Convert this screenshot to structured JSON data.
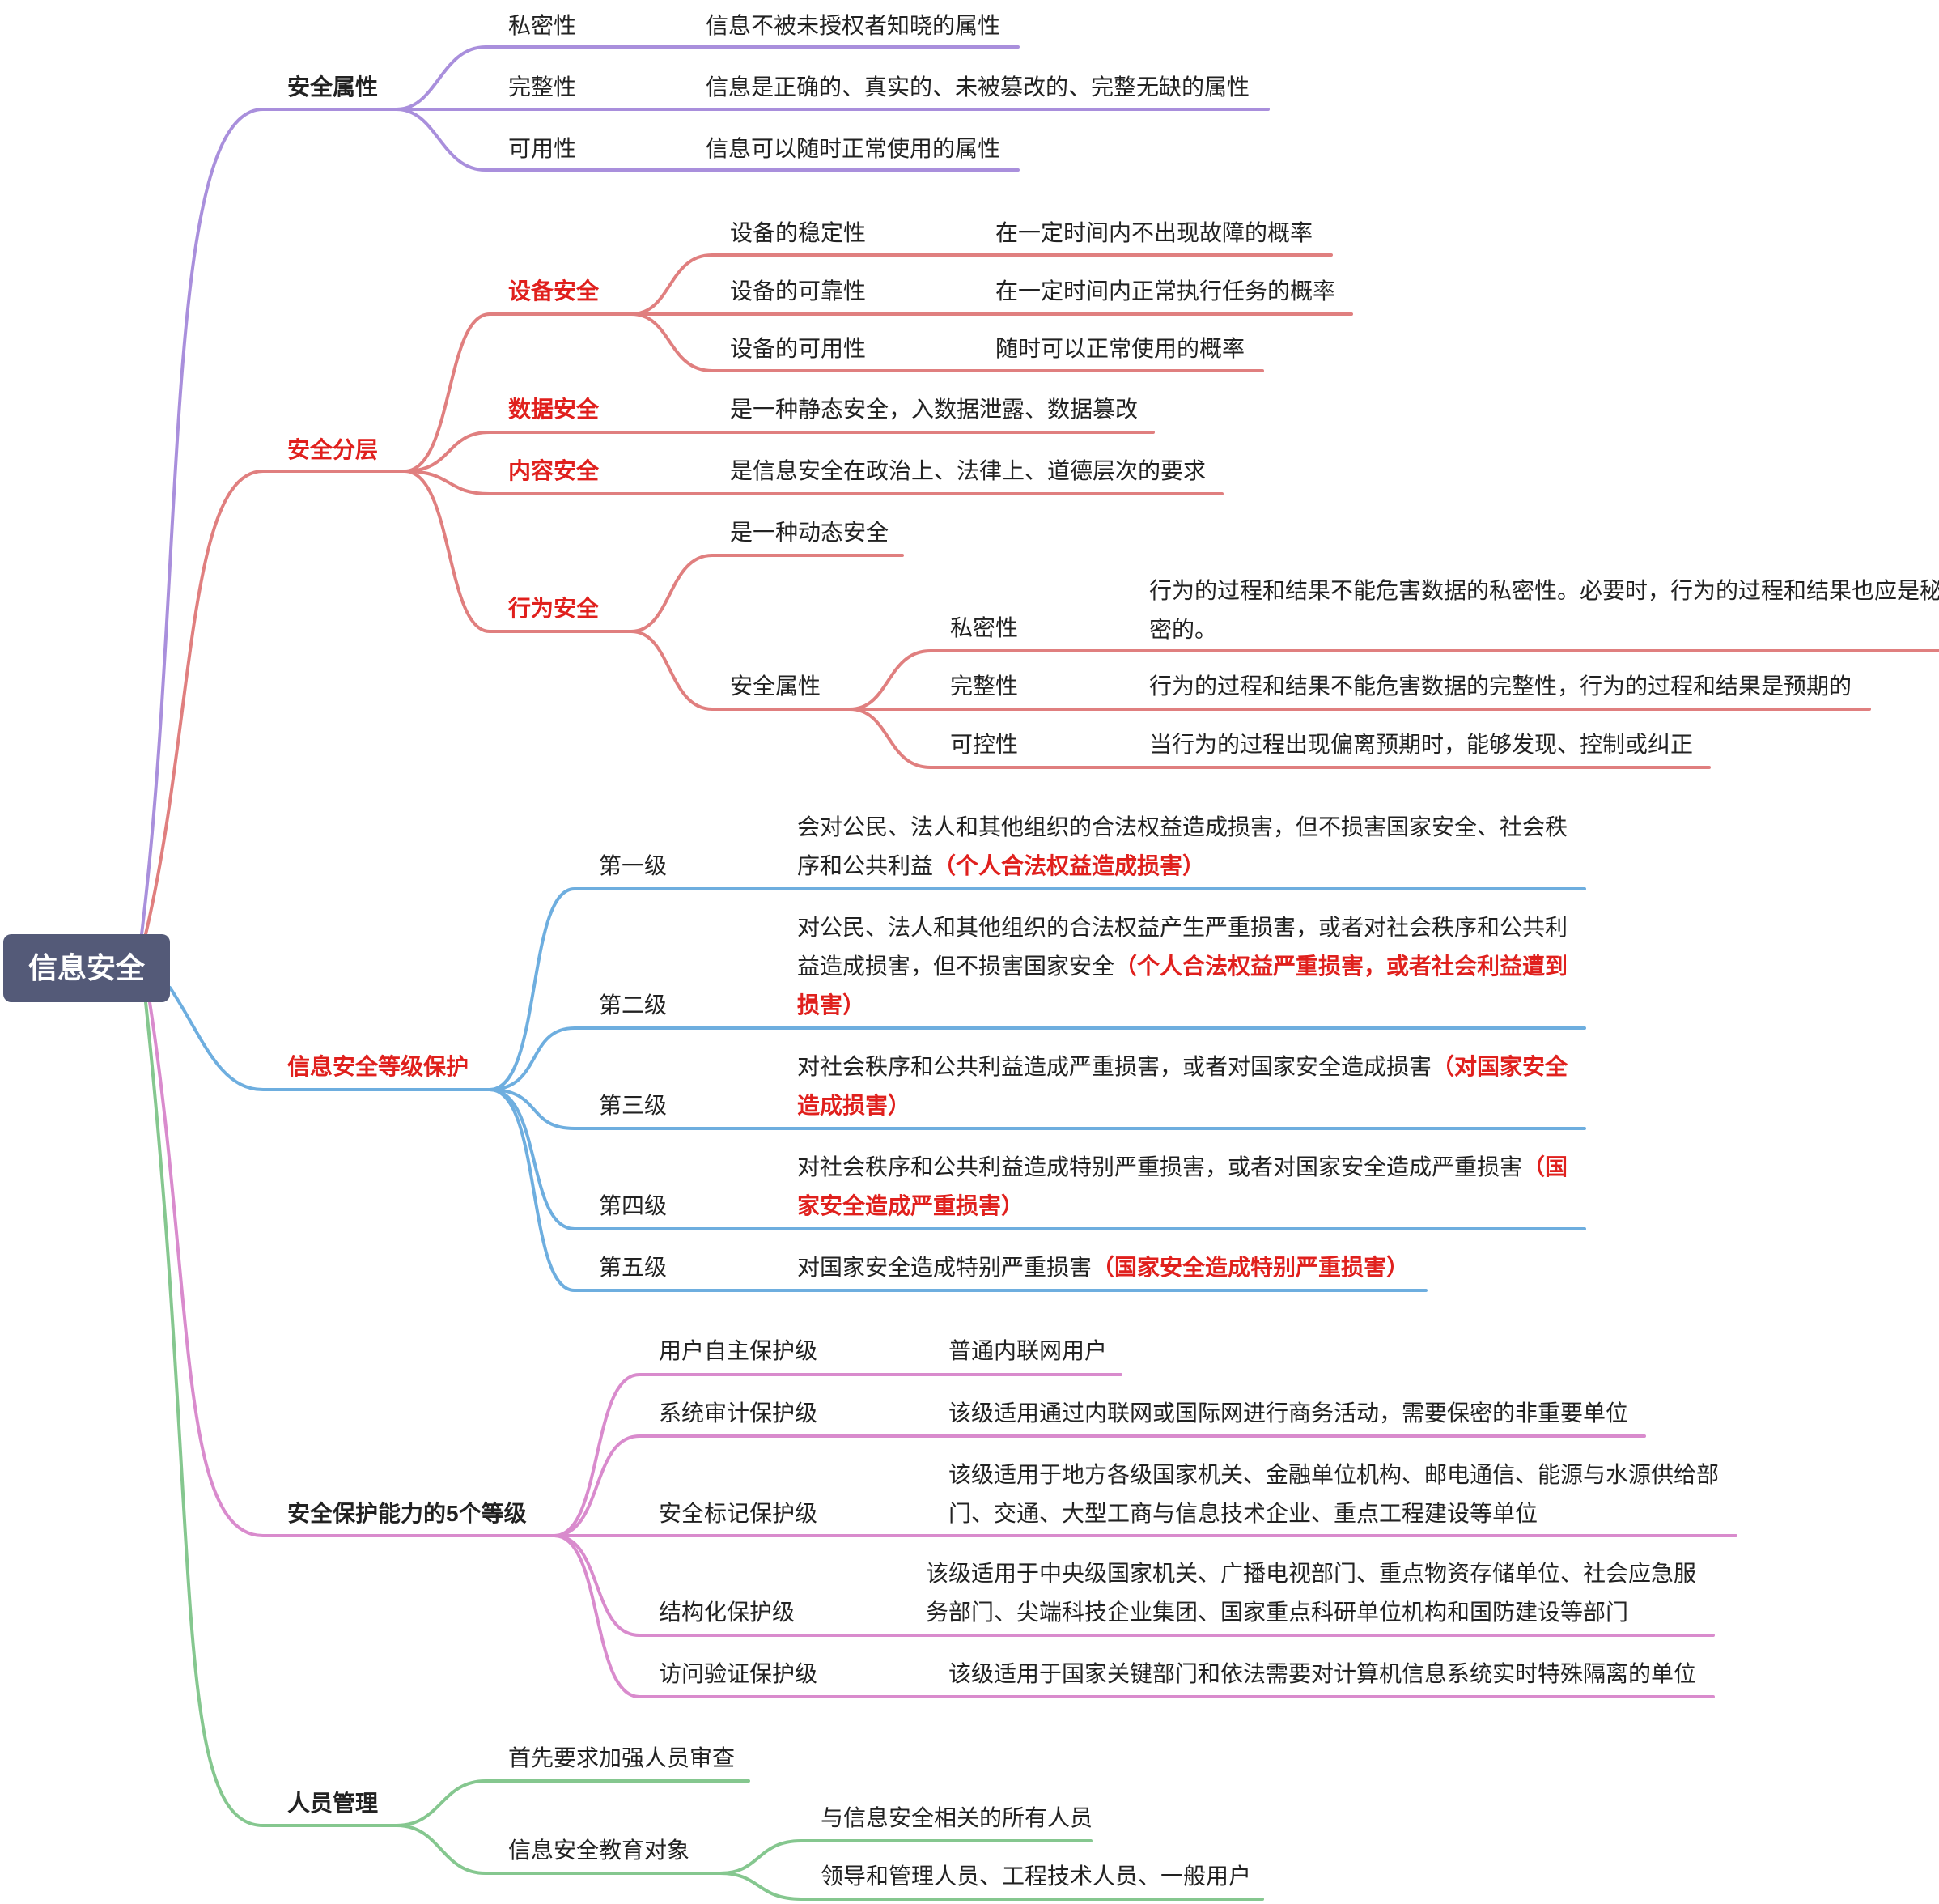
{
  "root": "信息安全",
  "colors": {
    "purple": "#a98fdc",
    "red": "#e07f7f",
    "blue": "#6eaedf",
    "pink": "#d98bcd",
    "green": "#85c78f",
    "root_bg": "#545a78",
    "highlight": "#e0201d"
  },
  "attributes": {
    "label": "安全属性",
    "items": [
      {
        "name": "私密性",
        "desc": "信息不被未授权者知晓的属性"
      },
      {
        "name": "完整性",
        "desc": "信息是正确的、真实的、未被篡改的、完整无缺的属性"
      },
      {
        "name": "可用性",
        "desc": "信息可以随时正常使用的属性"
      }
    ]
  },
  "layers": {
    "label": "安全分层",
    "device": {
      "label": "设备安全",
      "items": [
        {
          "name": "设备的稳定性",
          "desc": "在一定时间内不出现故障的概率"
        },
        {
          "name": "设备的可靠性",
          "desc": "在一定时间内正常执行任务的概率"
        },
        {
          "name": "设备的可用性",
          "desc": "随时可以正常使用的概率"
        }
      ]
    },
    "data": {
      "label": "数据安全",
      "desc": "是一种静态安全，入数据泄露、数据篡改"
    },
    "content": {
      "label": "内容安全",
      "desc": "是信息安全在政治上、法律上、道德层次的要求"
    },
    "behavior": {
      "label": "行为安全",
      "dynamic": "是一种动态安全",
      "attr_label": "安全属性",
      "items": [
        {
          "name": "私密性",
          "desc": "行为的过程和结果不能危害数据的私密性。必要时，行为的过程和结果也应是秘密的。"
        },
        {
          "name": "完整性",
          "desc": "行为的过程和结果不能危害数据的完整性，行为的过程和结果是预期的"
        },
        {
          "name": "可控性",
          "desc": "当行为的过程出现偏离预期时，能够发现、控制或纠正"
        }
      ]
    }
  },
  "grading": {
    "label": "信息安全等级保护",
    "levels": [
      {
        "name": "第一级",
        "desc": "会对公民、法人和其他组织的合法权益造成损害，但不损害国家安全、社会秩序和公共利益",
        "note": "（个人合法权益造成损害）"
      },
      {
        "name": "第二级",
        "desc": "对公民、法人和其他组织的合法权益产生严重损害，或者对社会秩序和公共利益造成损害，但不损害国家安全",
        "note": "（个人合法权益严重损害，或者社会利益遭到损害）"
      },
      {
        "name": "第三级",
        "desc": "对社会秩序和公共利益造成严重损害，或者对国家安全造成损害",
        "note": "（对国家安全造成损害）"
      },
      {
        "name": "第四级",
        "desc": "对社会秩序和公共利益造成特别严重损害，或者对国家安全造成严重损害",
        "note": "（国家安全造成严重损害）"
      },
      {
        "name": "第五级",
        "desc": "对国家安全造成特别严重损害",
        "note": "（国家安全造成特别严重损害）"
      }
    ]
  },
  "protection": {
    "label": "安全保护能力的5个等级",
    "items": [
      {
        "name": "用户自主保护级",
        "desc": "普通内联网用户"
      },
      {
        "name": "系统审计保护级",
        "desc": "该级适用通过内联网或国际网进行商务活动，需要保密的非重要单位"
      },
      {
        "name": "安全标记保护级",
        "desc": "该级适用于地方各级国家机关、金融单位机构、邮电通信、能源与水源供给部门、交通、大型工商与信息技术企业、重点工程建设等单位"
      },
      {
        "name": "结构化保护级",
        "desc": "该级适用于中央级国家机关、广播电视部门、重点物资存储单位、社会应急服务部门、尖端科技企业集团、国家重点科研单位机构和国防建设等部门"
      },
      {
        "name": "访问验证保护级",
        "desc": "该级适用于国家关键部门和依法需要对计算机信息系统实时特殊隔离的单位"
      }
    ]
  },
  "personnel": {
    "label": "人员管理",
    "review": "首先要求加强人员审查",
    "education": {
      "label": "信息安全教育对象",
      "items": [
        "与信息安全相关的所有人员",
        "领导和管理人员、工程技术人员、一般用户"
      ]
    }
  }
}
